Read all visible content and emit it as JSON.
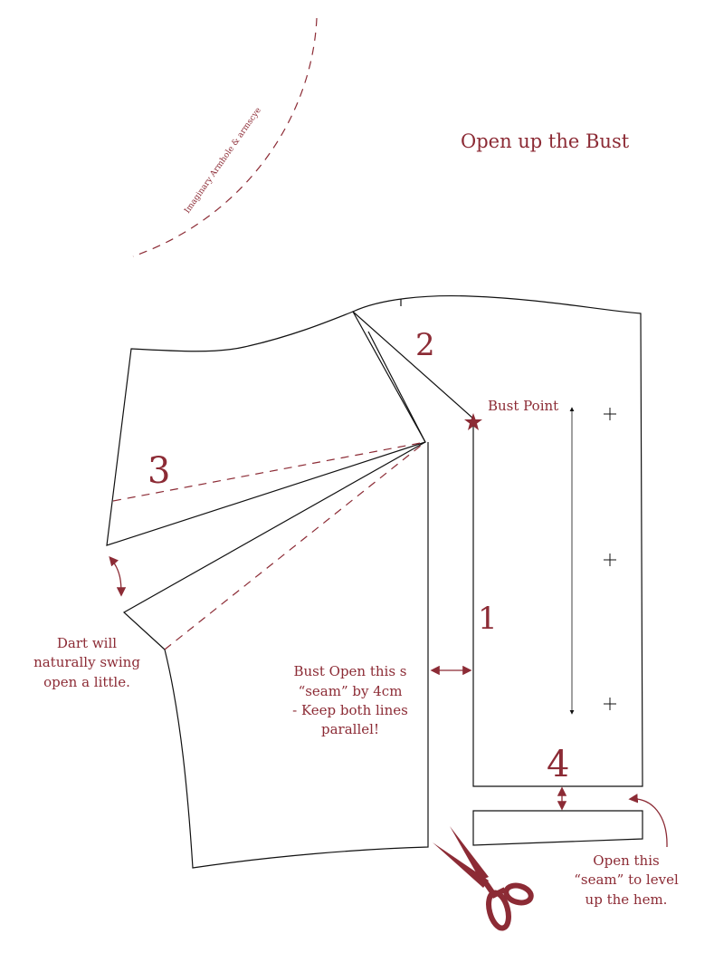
{
  "title": "Open up the Bust",
  "armhole_label": "Imaginary Armhole & armscye",
  "numbers": {
    "n1": "1",
    "n2": "2",
    "n3": "3",
    "n4": "4"
  },
  "bust_point_label": "Bust Point",
  "dart_note": [
    "Dart will",
    "naturally swing",
    "open a little."
  ],
  "bust_note": [
    "Bust Open this s",
    "“seam” by 4cm",
    "- Keep both lines",
    "parallel!"
  ],
  "hem_note": [
    "Open this",
    "“seam” to level",
    "up the hem."
  ],
  "colors": {
    "accent": "#8c2b35",
    "line": "#111111"
  }
}
